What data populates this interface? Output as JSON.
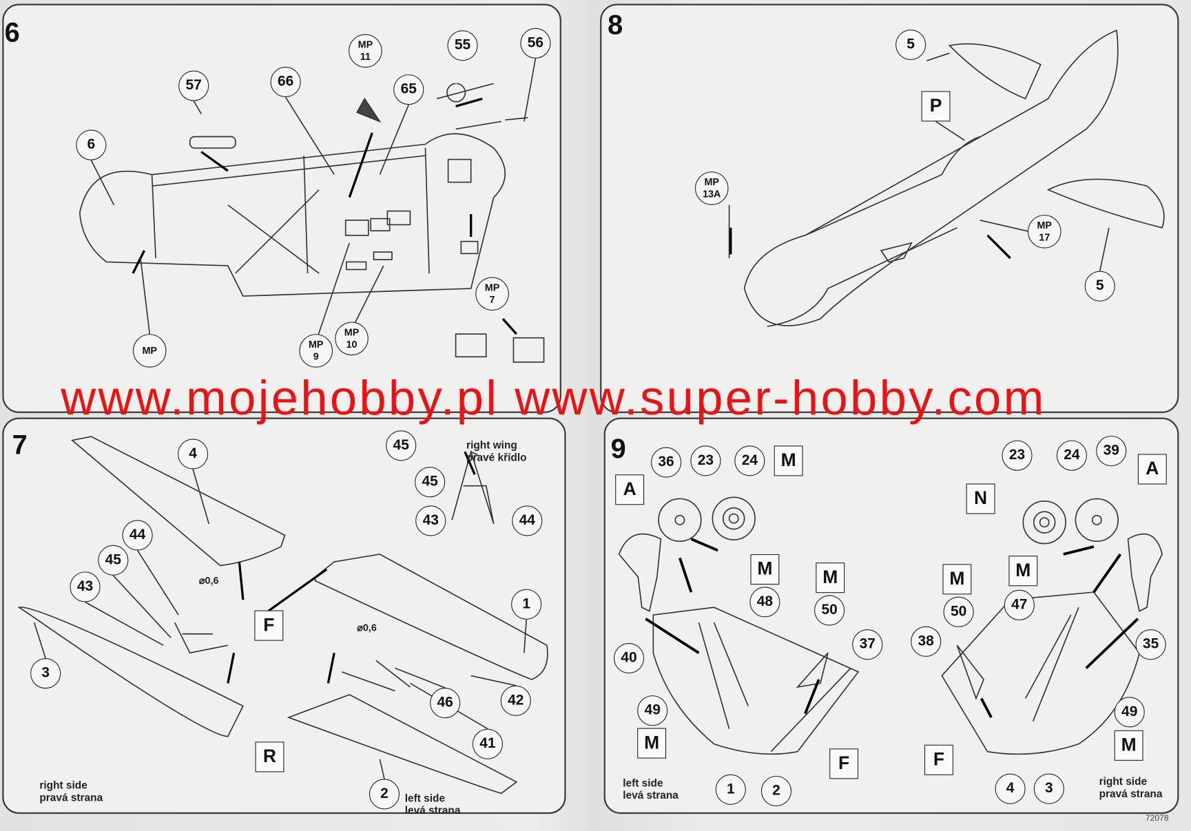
{
  "panels": [
    {
      "step": "6",
      "callouts": [
        "57",
        "66",
        "MP\n11",
        "65",
        "55",
        "56",
        "6",
        "MP\n7",
        "MP\n9",
        "MP\n10",
        "MP"
      ]
    },
    {
      "step": "8",
      "callouts": [
        "5",
        "MP\n13A",
        "MP\n17",
        "5"
      ],
      "boxes": [
        "P"
      ]
    },
    {
      "step": "7",
      "callouts": [
        "4",
        "45",
        "45",
        "43",
        "44",
        "44",
        "45",
        "43",
        "1",
        "3",
        "46",
        "42",
        "41",
        "2"
      ],
      "boxes": [
        "F",
        "R"
      ],
      "notes": [
        "right wing\npravé křídlo",
        "left side\nlevá strana",
        "right side\npravá strana"
      ],
      "diameters": [
        "⌀0,6",
        "⌀0,6"
      ]
    },
    {
      "step": "9",
      "callouts": [
        "36",
        "23",
        "24",
        "23",
        "24",
        "39",
        "48",
        "50",
        "47",
        "50",
        "37",
        "38",
        "35",
        "40",
        "49",
        "49",
        "1",
        "2",
        "4",
        "3"
      ],
      "boxes": [
        "M",
        "A",
        "A",
        "N",
        "M",
        "M",
        "M",
        "M",
        "M",
        "M",
        "F",
        "F"
      ],
      "notes": [
        "left side\nlevá strana",
        "right side\npravá strana"
      ]
    }
  ],
  "watermark": "www.mojehobby.pl www.super-hobby.com",
  "code": "72078"
}
